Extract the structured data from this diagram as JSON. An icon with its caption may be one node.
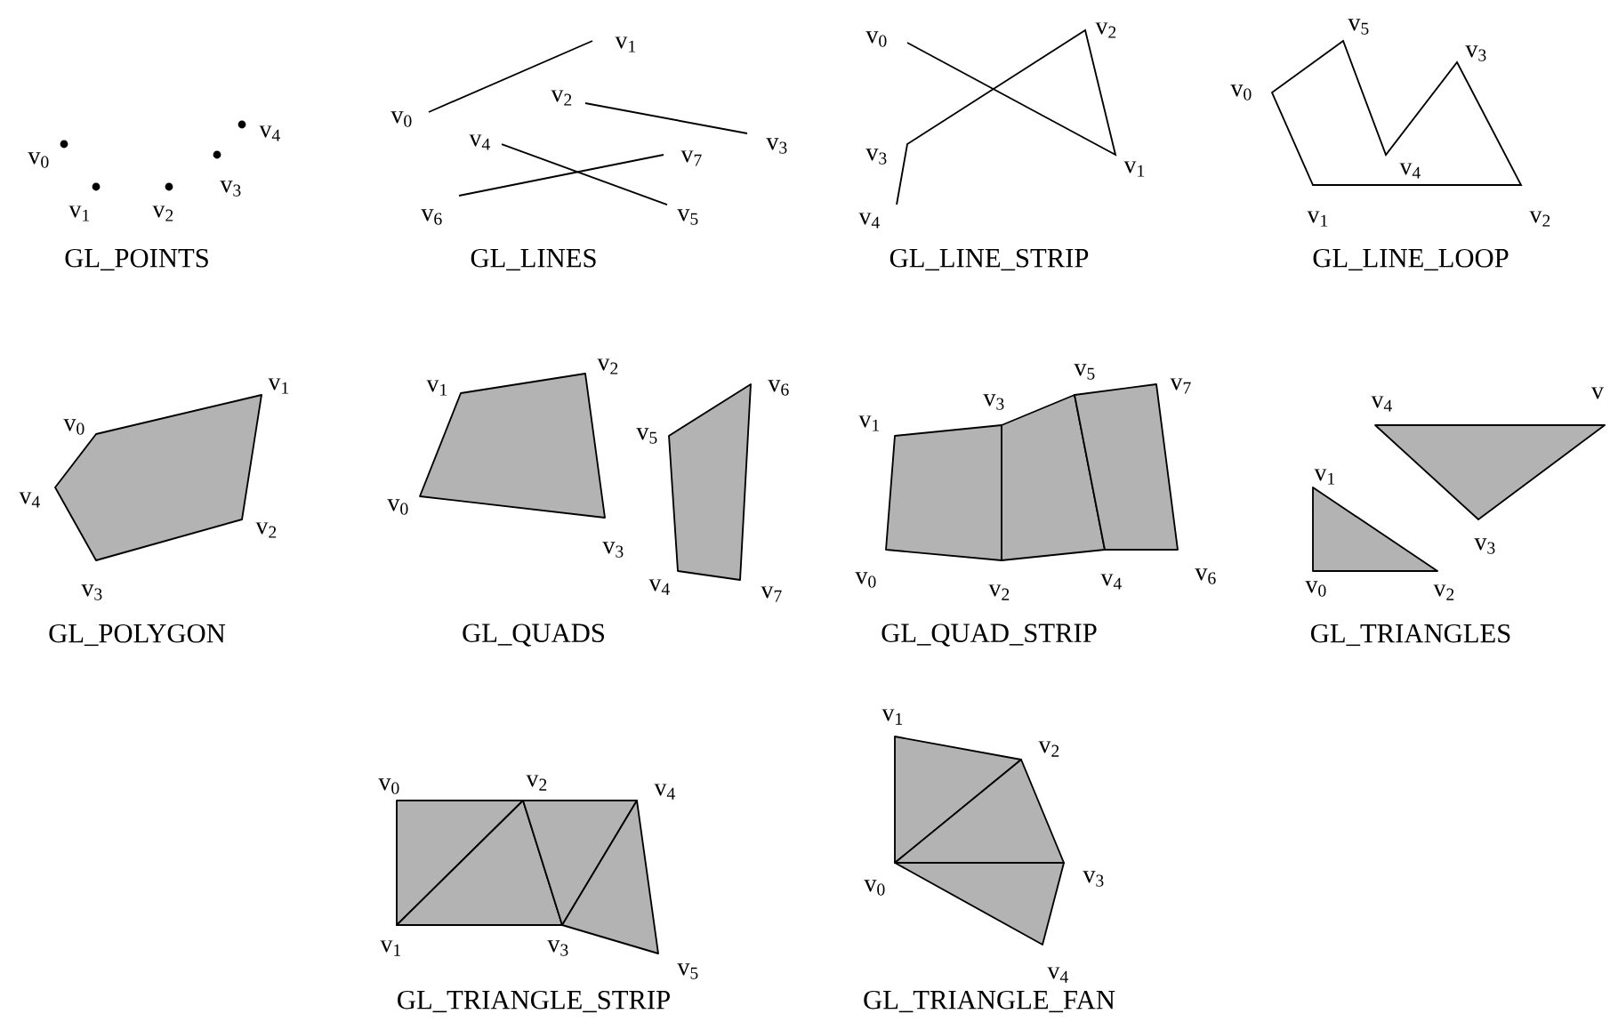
{
  "diagram": {
    "labels": [
      "v$_{0}$",
      "v$_{1}$",
      "v$_{2}$",
      "v$_{3}$",
      "v$_{4}$",
      "GL_POINTS",
      "v$_{0}$",
      "v$_{1}$",
      "v$_{2}$",
      "v$_{3}$",
      "v$_{4}$",
      "v$_{5}$",
      "v$_{6}$",
      "v$_{7}$",
      "GL_LINES",
      "v$_{0}$",
      "v$_{1}$",
      "v$_{2}$",
      "v$_{3}$",
      "v$_{4}$",
      "GL_LINE_STRIP",
      "v$_{0}$",
      "v$_{1}$",
      "v$_{2}$",
      "v$_{3}$",
      "v$_{4}$",
      "v$_{5}$",
      "GL_LINE_LOOP",
      "v$_{0}$",
      "v$_{1}$",
      "v$_{2}$",
      "v$_{3}$",
      "v$_{4}$",
      "GL_POLYGON",
      "v$_{0}$",
      "v$_{1}$",
      "v$_{2}$",
      "v$_{3}$",
      "v$_{4}$",
      "v$_{5}$",
      "v$_{6}$",
      "v$_{7}$",
      "GL_QUADS",
      "v$_{0}$",
      "v$_{1}$",
      "v$_{2}$",
      "v$_{3}$",
      "v$_{4}$",
      "v$_{5}$",
      "v$_{6}$",
      "v$_{7}$",
      "GL_QUAD_STRIP",
      "v$_{0}$",
      "v$_{1}$",
      "v$_{2}$",
      "v$_{3}$",
      "v$_{4}$",
      "v",
      "GL_TRIANGLES",
      "v$_{0}$",
      "v$_{1}$",
      "v$_{2}$",
      "v$_{3}$",
      "v$_{4}$",
      "v$_{5}$",
      "GL_TRIANGLE_STRIP",
      "v$_{0}$",
      "v$_{1}$",
      "v$_{2}$",
      "v$_{3}$",
      "v$_{4}$",
      "GL_TRIANGLE_FAN"
    ]
  }
}
